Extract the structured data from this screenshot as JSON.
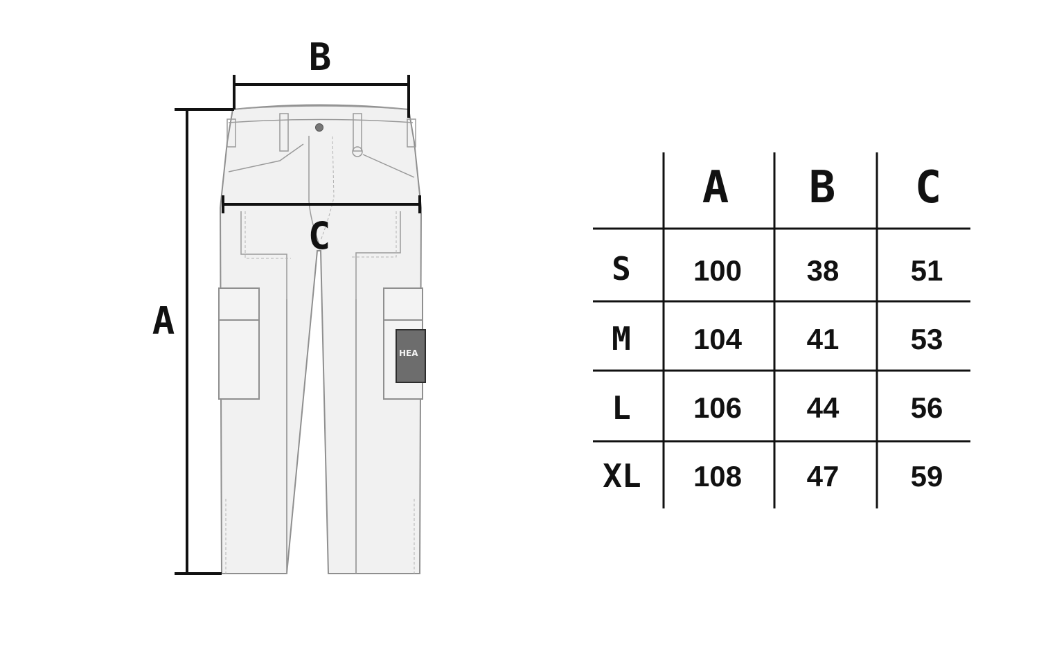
{
  "labels": {
    "a": "A",
    "b": "B",
    "c": "C"
  },
  "patch": {
    "text": "HEA"
  },
  "size_table": {
    "headers": [
      "A",
      "B",
      "C"
    ],
    "rows": [
      {
        "size": "S",
        "values": [
          "100",
          "38",
          "51"
        ]
      },
      {
        "size": "M",
        "values": [
          "104",
          "41",
          "53"
        ]
      },
      {
        "size": "L",
        "values": [
          "106",
          "44",
          "56"
        ]
      },
      {
        "size": "XL",
        "values": [
          "108",
          "47",
          "59"
        ]
      }
    ]
  }
}
